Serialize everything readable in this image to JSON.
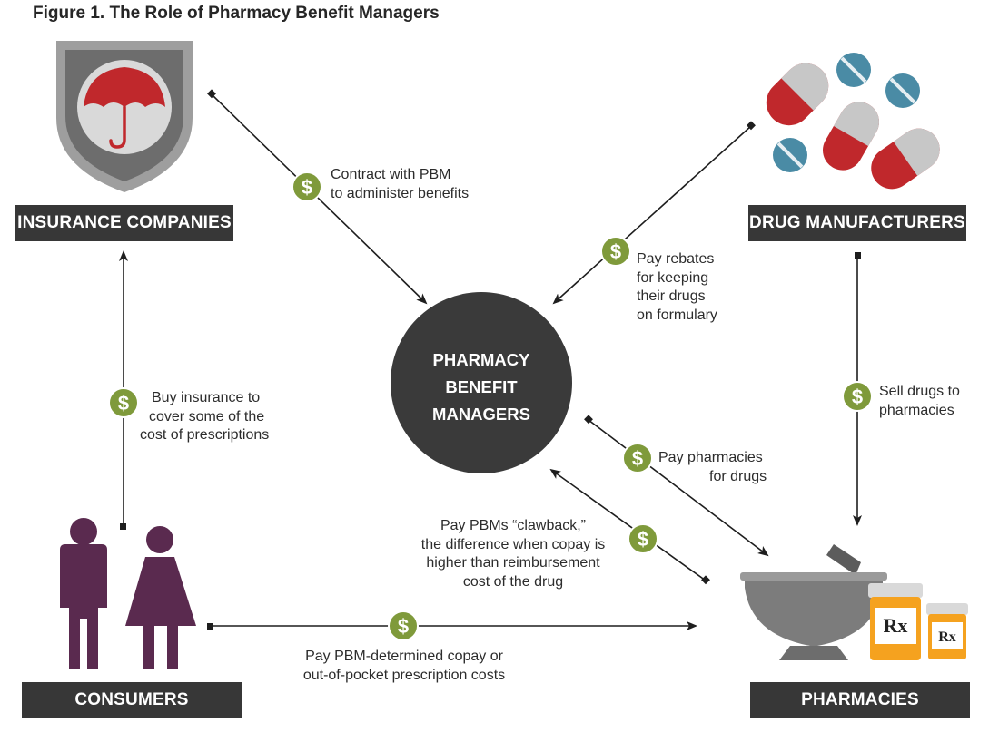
{
  "title": "Figure 1. The Role of Pharmacy Benefit Managers",
  "colors": {
    "dark": "#373737",
    "dollar_green": "#7f9a3b",
    "consumer_purple": "#5a2a4f",
    "pill_red": "#c0282c",
    "pill_blue": "#4a8ba5",
    "rx_orange": "#f5a21f",
    "shield_gray": "#7a7a7a"
  },
  "nodes": {
    "insurance": "INSURANCE COMPANIES",
    "manufacturers": "DRUG MANUFACTURERS",
    "consumers": "CONSUMERS",
    "pharmacies": "PHARMACIES",
    "pbm_line1": "PHARMACY",
    "pbm_line2": "BENEFIT",
    "pbm_line3": "MANAGERS"
  },
  "flows": {
    "contract": [
      "Contract with PBM",
      "to administer benefits"
    ],
    "rebates": [
      "Pay rebates",
      "for keeping",
      "their drugs",
      "on formulary"
    ],
    "buy_insurance": [
      "Buy insurance to",
      "cover some of the",
      "cost of prescriptions"
    ],
    "sell_drugs": [
      "Sell drugs to",
      "pharmacies"
    ],
    "pay_pharmacies": [
      "Pay pharmacies",
      "for drugs"
    ],
    "clawback": [
      "Pay PBMs “clawback,”",
      "the difference when copay is",
      "higher than reimbursement",
      "cost of the drug"
    ],
    "copay": [
      "Pay PBM-determined copay or",
      "out-of-pocket prescription costs"
    ]
  },
  "icons": {
    "dollar": "dollar-icon",
    "rx_symbol": "Rx"
  }
}
